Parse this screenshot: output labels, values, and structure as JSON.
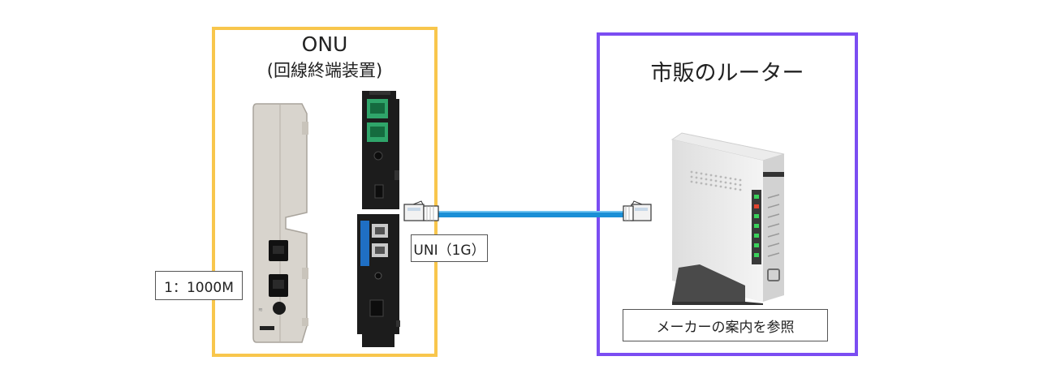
{
  "onu": {
    "title": "ONU",
    "subtitle": "(回線終端装置)",
    "frame_color": "#f8c64c"
  },
  "router": {
    "title": "市販のルーター",
    "frame_color": "#7b4df2"
  },
  "labels": {
    "speed": "1：1000M",
    "uni": "UNI（1G）",
    "maker": "メーカーの案内を参照"
  },
  "cable": {
    "color": "#1a8fd6"
  },
  "icons": {
    "onu_side": "onu-side-photo",
    "onu_back_top": "onu-back-top-photo",
    "onu_back_bottom": "onu-back-bottom-photo",
    "router": "router-illustration",
    "lan_plug_left": "rj45-plug-icon",
    "lan_plug_right": "rj45-plug-icon"
  }
}
